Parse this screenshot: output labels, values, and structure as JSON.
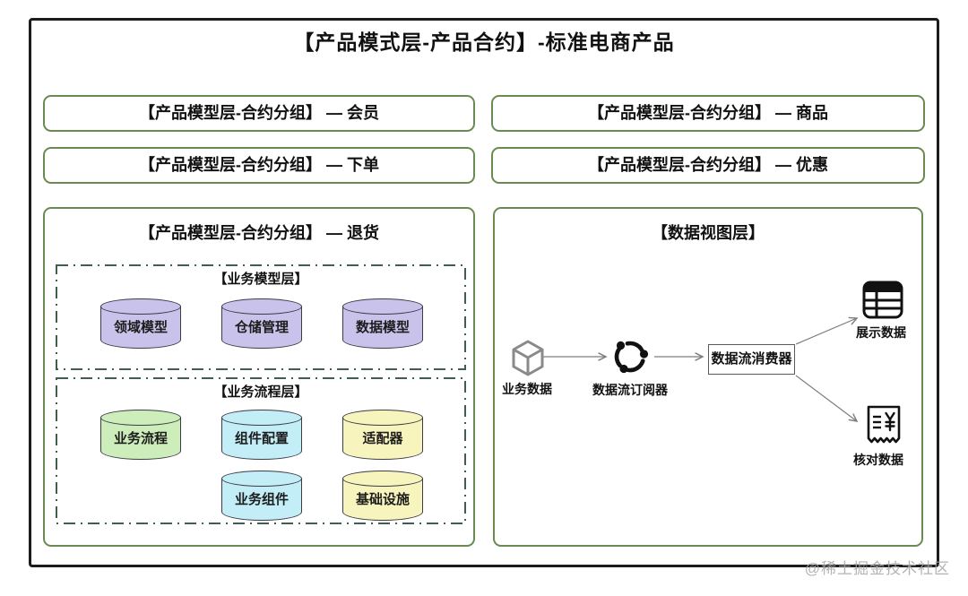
{
  "title": "【产品模式层-产品合约】-标准电商产品",
  "watermark": "@稀土掘金技术社区",
  "groups": {
    "member": {
      "label": "【产品模型层-合约分组】 — 会员"
    },
    "goods": {
      "label": "【产品模型层-合约分组】 — 商品"
    },
    "order": {
      "label": "【产品模型层-合约分组】 — 下单"
    },
    "discount": {
      "label": "【产品模型层-合约分组】 — 优惠"
    },
    "refund": {
      "label": "【产品模型层-合约分组】 — 退货"
    }
  },
  "business_model_layer": {
    "title": "【业务模型层】",
    "cylinders": [
      {
        "label": "领域模型",
        "fill": "#c9c3ec"
      },
      {
        "label": "仓储管理",
        "fill": "#c9c3ec"
      },
      {
        "label": "数据模型",
        "fill": "#c9c3ec"
      }
    ]
  },
  "business_process_layer": {
    "title": "【业务流程层】",
    "row1": [
      {
        "label": "业务流程",
        "fill": "#cdeebb"
      },
      {
        "label": "组件配置",
        "fill": "#c3eef8"
      },
      {
        "label": "适配器",
        "fill": "#f7f4bd"
      }
    ],
    "row2": [
      {
        "label": "业务组件",
        "fill": "#c3eef8"
      },
      {
        "label": "基础设施",
        "fill": "#f7f4bd"
      }
    ]
  },
  "data_view_layer": {
    "title": "【数据视图层】",
    "source_label": "业务数据",
    "subscriber_label": "数据流订阅器",
    "consumer_label": "数据流消费器",
    "display_label": "展示数据",
    "check_label": "核对数据",
    "icons": {
      "source": "cube-3d-icon",
      "subscriber": "sync-cycle-icon",
      "display": "table-grid-icon",
      "check": "receipt-yen-icon"
    }
  },
  "colors": {
    "frame_border": "#1c1c1c",
    "group_border_green": "#6a8a52",
    "dash_border_teal": "#3f5c55",
    "cylinder_purple": "#c9c3ec",
    "cylinder_green": "#cdeebb",
    "cylinder_cyan": "#c3eef8",
    "cylinder_yellow": "#f7f4bd",
    "arrow_gray": "#7d7d7d"
  }
}
